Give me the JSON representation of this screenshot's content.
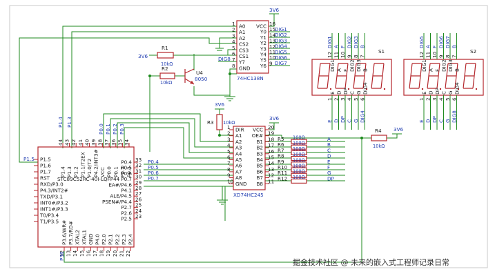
{
  "watermark": "掘金技术社区 @ 未来的嵌入式工程师记录日常",
  "power": {
    "v3v6": "3V6"
  },
  "mcu": {
    "name": "STC89C52RC-40I-LQFP44",
    "pins_left": [
      "P1.5",
      "P1.6",
      "P1.7",
      "RST",
      "RXD/P3.0",
      "P4.3/INT2#",
      "TXD/P3.1",
      "INT0#/P3.2",
      "INT1#/P3.3",
      "T0/P3.4",
      "T1/P3.5"
    ],
    "pins_right": [
      "P0.4",
      "P0.5",
      "P0.6",
      "P0.7",
      "EA#/P4.6",
      "P4.1",
      "ALE/P4.5",
      "PSEN#/P4.4",
      "P2.7",
      "P2.6",
      "P2.5"
    ],
    "pins_top": [
      "P1.4",
      "P1.3",
      "P1.2",
      "P1.1/T2EX",
      "P1.0/T2",
      "P4.2/INT3#",
      "VCC",
      "P0.0",
      "P0.1",
      "P0.2",
      "P0.3"
    ],
    "pins_bottom": [
      "P3.6/WR#",
      "P3.7/RD#",
      "XTAL2",
      "XTAL1",
      "GND",
      "P4.0",
      "P2.0",
      "P2.1",
      "P2.2",
      "P2.3",
      "P2.4"
    ],
    "nums_left": [
      "1",
      "2",
      "3",
      "4",
      "5",
      "6",
      "7",
      "8",
      "9",
      "10",
      "11"
    ],
    "nums_right": [
      "33",
      "32",
      "31",
      "30",
      "29",
      "28",
      "27",
      "26",
      "25",
      "24",
      "23"
    ],
    "nums_top": [
      "44",
      "43",
      "42",
      "41",
      "40",
      "39",
      "38",
      "37",
      "36",
      "35",
      "34"
    ],
    "nums_bottom": [
      "12",
      "13",
      "14",
      "15",
      "16",
      "17",
      "18",
      "19",
      "20",
      "21",
      "22"
    ],
    "nets_left": [
      "P1.5"
    ],
    "nets_right": [
      "P0.4",
      "P0.5",
      "P0.6",
      "P0.7"
    ],
    "nets_top": [
      "P1.4",
      "P1.3",
      "P0.0",
      "P0.1",
      "P0.2",
      "P0.3"
    ],
    "nets_bottom": [
      "P36"
    ]
  },
  "decoder": {
    "name": "74HC138N",
    "pins_left": [
      "A0",
      "A1",
      "A2",
      "CS2",
      "CS3",
      "CS1",
      "Y7",
      "GND"
    ],
    "pins_right": [
      "VCC",
      "Y0",
      "Y1",
      "Y2",
      "Y3",
      "Y4",
      "Y5",
      "Y6"
    ],
    "nums_left": [
      "1",
      "2",
      "3",
      "4",
      "5",
      "6",
      "7",
      "8"
    ],
    "nums_right": [
      "16",
      "15",
      "14",
      "13",
      "12",
      "11",
      "10",
      "9"
    ],
    "outputs": [
      "DIG1",
      "DIG2",
      "DIG3",
      "DIG4",
      "DIG5",
      "DIG6",
      "DIG7"
    ],
    "y7_net": "DIG8"
  },
  "buffer": {
    "name": "XD74HC245",
    "pins_left": [
      "DIR",
      "A1",
      "A2",
      "A3",
      "A4",
      "A5",
      "A6",
      "A7",
      "A8",
      "GND"
    ],
    "pins_right": [
      "VCC",
      "OE#",
      "B1",
      "B2",
      "B3",
      "B4",
      "B5",
      "B6",
      "B7",
      "B8"
    ],
    "nums_left": [
      "1",
      "2",
      "3",
      "4",
      "5",
      "6",
      "7",
      "8",
      "9",
      "10"
    ],
    "nums_right": [
      "20",
      "19",
      "18",
      "17",
      "16",
      "15",
      "14",
      "13",
      "12",
      "11"
    ]
  },
  "resistors": {
    "r1": {
      "name": "R1",
      "value": "10kΩ"
    },
    "r2": {
      "name": "R2",
      "value": "10kΩ"
    },
    "r3": {
      "name": "R3",
      "value": "10kΩ"
    },
    "r4": {
      "name": "R4",
      "value": "10kΩ"
    },
    "seg": [
      {
        "name": "R5",
        "value": "100Ω",
        "net": "A"
      },
      {
        "name": "R6",
        "value": "100Ω",
        "net": "B"
      },
      {
        "name": "R7",
        "value": "100Ω",
        "net": "C"
      },
      {
        "name": "R8",
        "value": "100Ω",
        "net": "D"
      },
      {
        "name": "R9",
        "value": "100Ω",
        "net": "E"
      },
      {
        "name": "R10",
        "value": "100Ω",
        "net": "F"
      },
      {
        "name": "R11",
        "value": "100Ω",
        "net": "G"
      },
      {
        "name": "R12",
        "value": "100Ω",
        "net": "DP"
      }
    ]
  },
  "transistor": {
    "name": "U4",
    "part": "8050"
  },
  "displays": [
    {
      "name": "S1",
      "top_nets": [
        "DIG1",
        "A",
        "F",
        "DIG2",
        "DIG3",
        "B"
      ],
      "top_nums": [
        "12",
        "11",
        "10",
        "9",
        "8",
        "7"
      ],
      "bottom_nets": [
        "E",
        "D",
        "DP",
        "C",
        "G",
        "DIG4"
      ],
      "bottom_nums": [
        "1",
        "2",
        "3",
        "4",
        "5",
        "6"
      ],
      "inner_top": [
        "DIG1",
        "A",
        "F",
        "DIG2",
        "DIG3",
        "B"
      ],
      "inner_bottom": [
        "E",
        "D",
        "DP",
        "C",
        "G",
        "DIG4"
      ]
    },
    {
      "name": "S2",
      "top_nets": [
        "DIG5",
        "A",
        "F",
        "DIG6",
        "DIG7",
        "B"
      ],
      "top_nums": [
        "12",
        "11",
        "10",
        "9",
        "8",
        "7"
      ],
      "bottom_nets": [
        "E",
        "D",
        "DP",
        "C",
        "G",
        "DIG8"
      ],
      "bottom_nums": [
        "1",
        "2",
        "3",
        "4",
        "5",
        "6"
      ],
      "inner_top": [
        "DIG1",
        "A",
        "F",
        "DIG2",
        "DIG3",
        "B"
      ],
      "inner_bottom": [
        "E",
        "D",
        "DP",
        "C",
        "G",
        "DIG4"
      ]
    }
  ]
}
